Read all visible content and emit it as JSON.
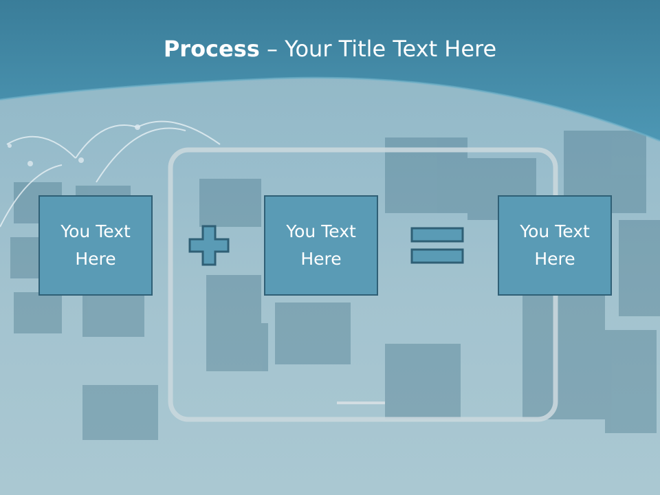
{
  "slide": {
    "title_bold": "Process",
    "title_rest": " – Your Title Text Here",
    "boxes": [
      {
        "text": "You Text\nHere"
      },
      {
        "text": "You Text\nHere"
      },
      {
        "text": "You Text\nHere"
      }
    ],
    "operators": [
      "plus-icon",
      "equals-icon"
    ],
    "colors": {
      "header": "#3e88a6",
      "box_fill": "#5a9bb5",
      "box_border": "#2f5f75",
      "background": "#a3c3cf"
    }
  }
}
